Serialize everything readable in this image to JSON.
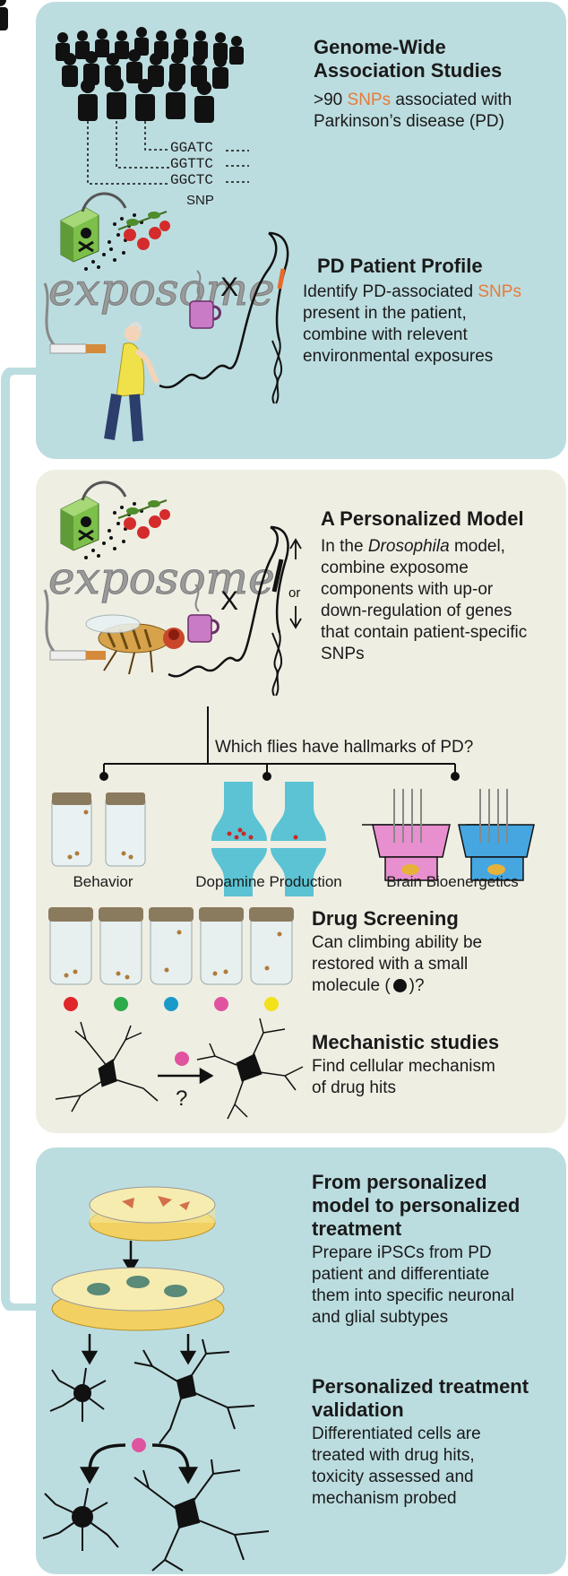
{
  "gwas": {
    "title_line1": "Genome-Wide",
    "title_line2": "Association Studies",
    "count": ">90",
    "snps": "SNPs",
    "rest1": "associated with",
    "rest2": "Parkinson’s disease (PD)",
    "seq1": "GGATC",
    "seq2": "GGTTC",
    "seq3": "GGCTC",
    "snp_label": "SNP"
  },
  "profile": {
    "title": "PD Patient Profile",
    "l1a": "Identify PD-associated",
    "l1b": "SNPs",
    "l2": "present in the patient,",
    "l3": "combine with relevent",
    "l4": "environmental exposures",
    "exposome": "exposome",
    "times": "X"
  },
  "model": {
    "title": "A Personalized Model",
    "l1a": "In the",
    "l1b": "Drosophila",
    "l1c": "model,",
    "l2": "combine exposome",
    "l3": "components with up-or",
    "l4": "down-regulation of genes",
    "l5": "that contain patient-specific",
    "l6": "SNPs",
    "exposome": "exposome",
    "times": "X",
    "or": "or",
    "question": "Which flies have hallmarks of PD?",
    "hallmarks": [
      "Behavior",
      "Dopamine Production",
      "Brain Bioenergetics"
    ]
  },
  "drug": {
    "title": "Drug Screening",
    "l1": "Can climbing ability be",
    "l2": "restored with a small",
    "l3a": "molecule (",
    "l3b": ")?",
    "dot_colors": [
      "#e0252b",
      "#2dab4a",
      "#1b9ac9",
      "#e0539f",
      "#f2e21a"
    ]
  },
  "mech": {
    "title": "Mechanistic studies",
    "l1": "Find cellular mechanism",
    "l2": "of drug hits",
    "q": "?"
  },
  "treat": {
    "t1": "From personalized",
    "t2": "model to personalized",
    "t3": "treatment",
    "l1": "Prepare iPSCs from PD",
    "l2": "patient and differentiate",
    "l3": "them into specific neuronal",
    "l4": "and glial subtypes",
    "v1": "Personalized treatment",
    "v2": "validation",
    "m1": "Differentiated cells are",
    "m2": "treated with drug hits,",
    "m3": "toxicity assessed and",
    "m4": "mechanism probed"
  },
  "colors": {
    "panel_blue": "#bcdde0",
    "panel_beige": "#efeee3",
    "snp_orange": "#e87a3a",
    "hit_magenta": "#e0539f"
  }
}
